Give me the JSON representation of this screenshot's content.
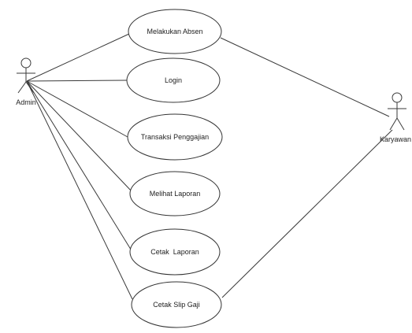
{
  "actors": {
    "admin": {
      "label": "Admin"
    },
    "karyawan": {
      "label": "Karyawan"
    }
  },
  "use_cases": [
    {
      "id": "melakukan-absen",
      "label": "Melakukan Absen"
    },
    {
      "id": "login",
      "label": "Login"
    },
    {
      "id": "transaksi-penggajian",
      "label": "Transaksi Penggajian"
    },
    {
      "id": "melihat-laporan",
      "label": "Melihat Laporan"
    },
    {
      "id": "cetak-laporan",
      "label": "Cetak  Laporan"
    },
    {
      "id": "cetak-slip-gaji",
      "label": "Cetak Slip Gaji"
    }
  ],
  "colors": {
    "line": "#3a3a3a",
    "background": "#ffffff"
  }
}
